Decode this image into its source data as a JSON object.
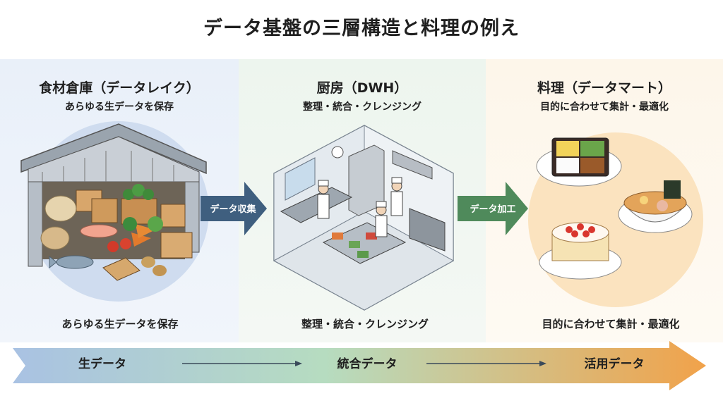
{
  "title": "データ基盤の三層構造と料理の例え",
  "layers": [
    {
      "name": "食材倉庫（データレイク）",
      "description": "あらゆる生データを保存",
      "caption": "あらゆる生データを保存"
    },
    {
      "name": "厨房（DWH）",
      "description": "整理・統合・クレンジング",
      "caption": "整理・統合・クレンジング"
    },
    {
      "name": "料理（データマート）",
      "description": "目的に合わせて集計・最適化",
      "caption": "目的に合わせて集計・最適化"
    }
  ],
  "flow_arrows": [
    {
      "label": "データ収集",
      "color": "#3f5f7f"
    },
    {
      "label": "データ加工",
      "color": "#4f8a5b"
    }
  ],
  "stages": [
    "生データ",
    "統合データ",
    "活用データ"
  ],
  "colors": {
    "lake": "#8fb0d6",
    "dwh": "#8fc49a",
    "mart": "#f0a04b"
  }
}
